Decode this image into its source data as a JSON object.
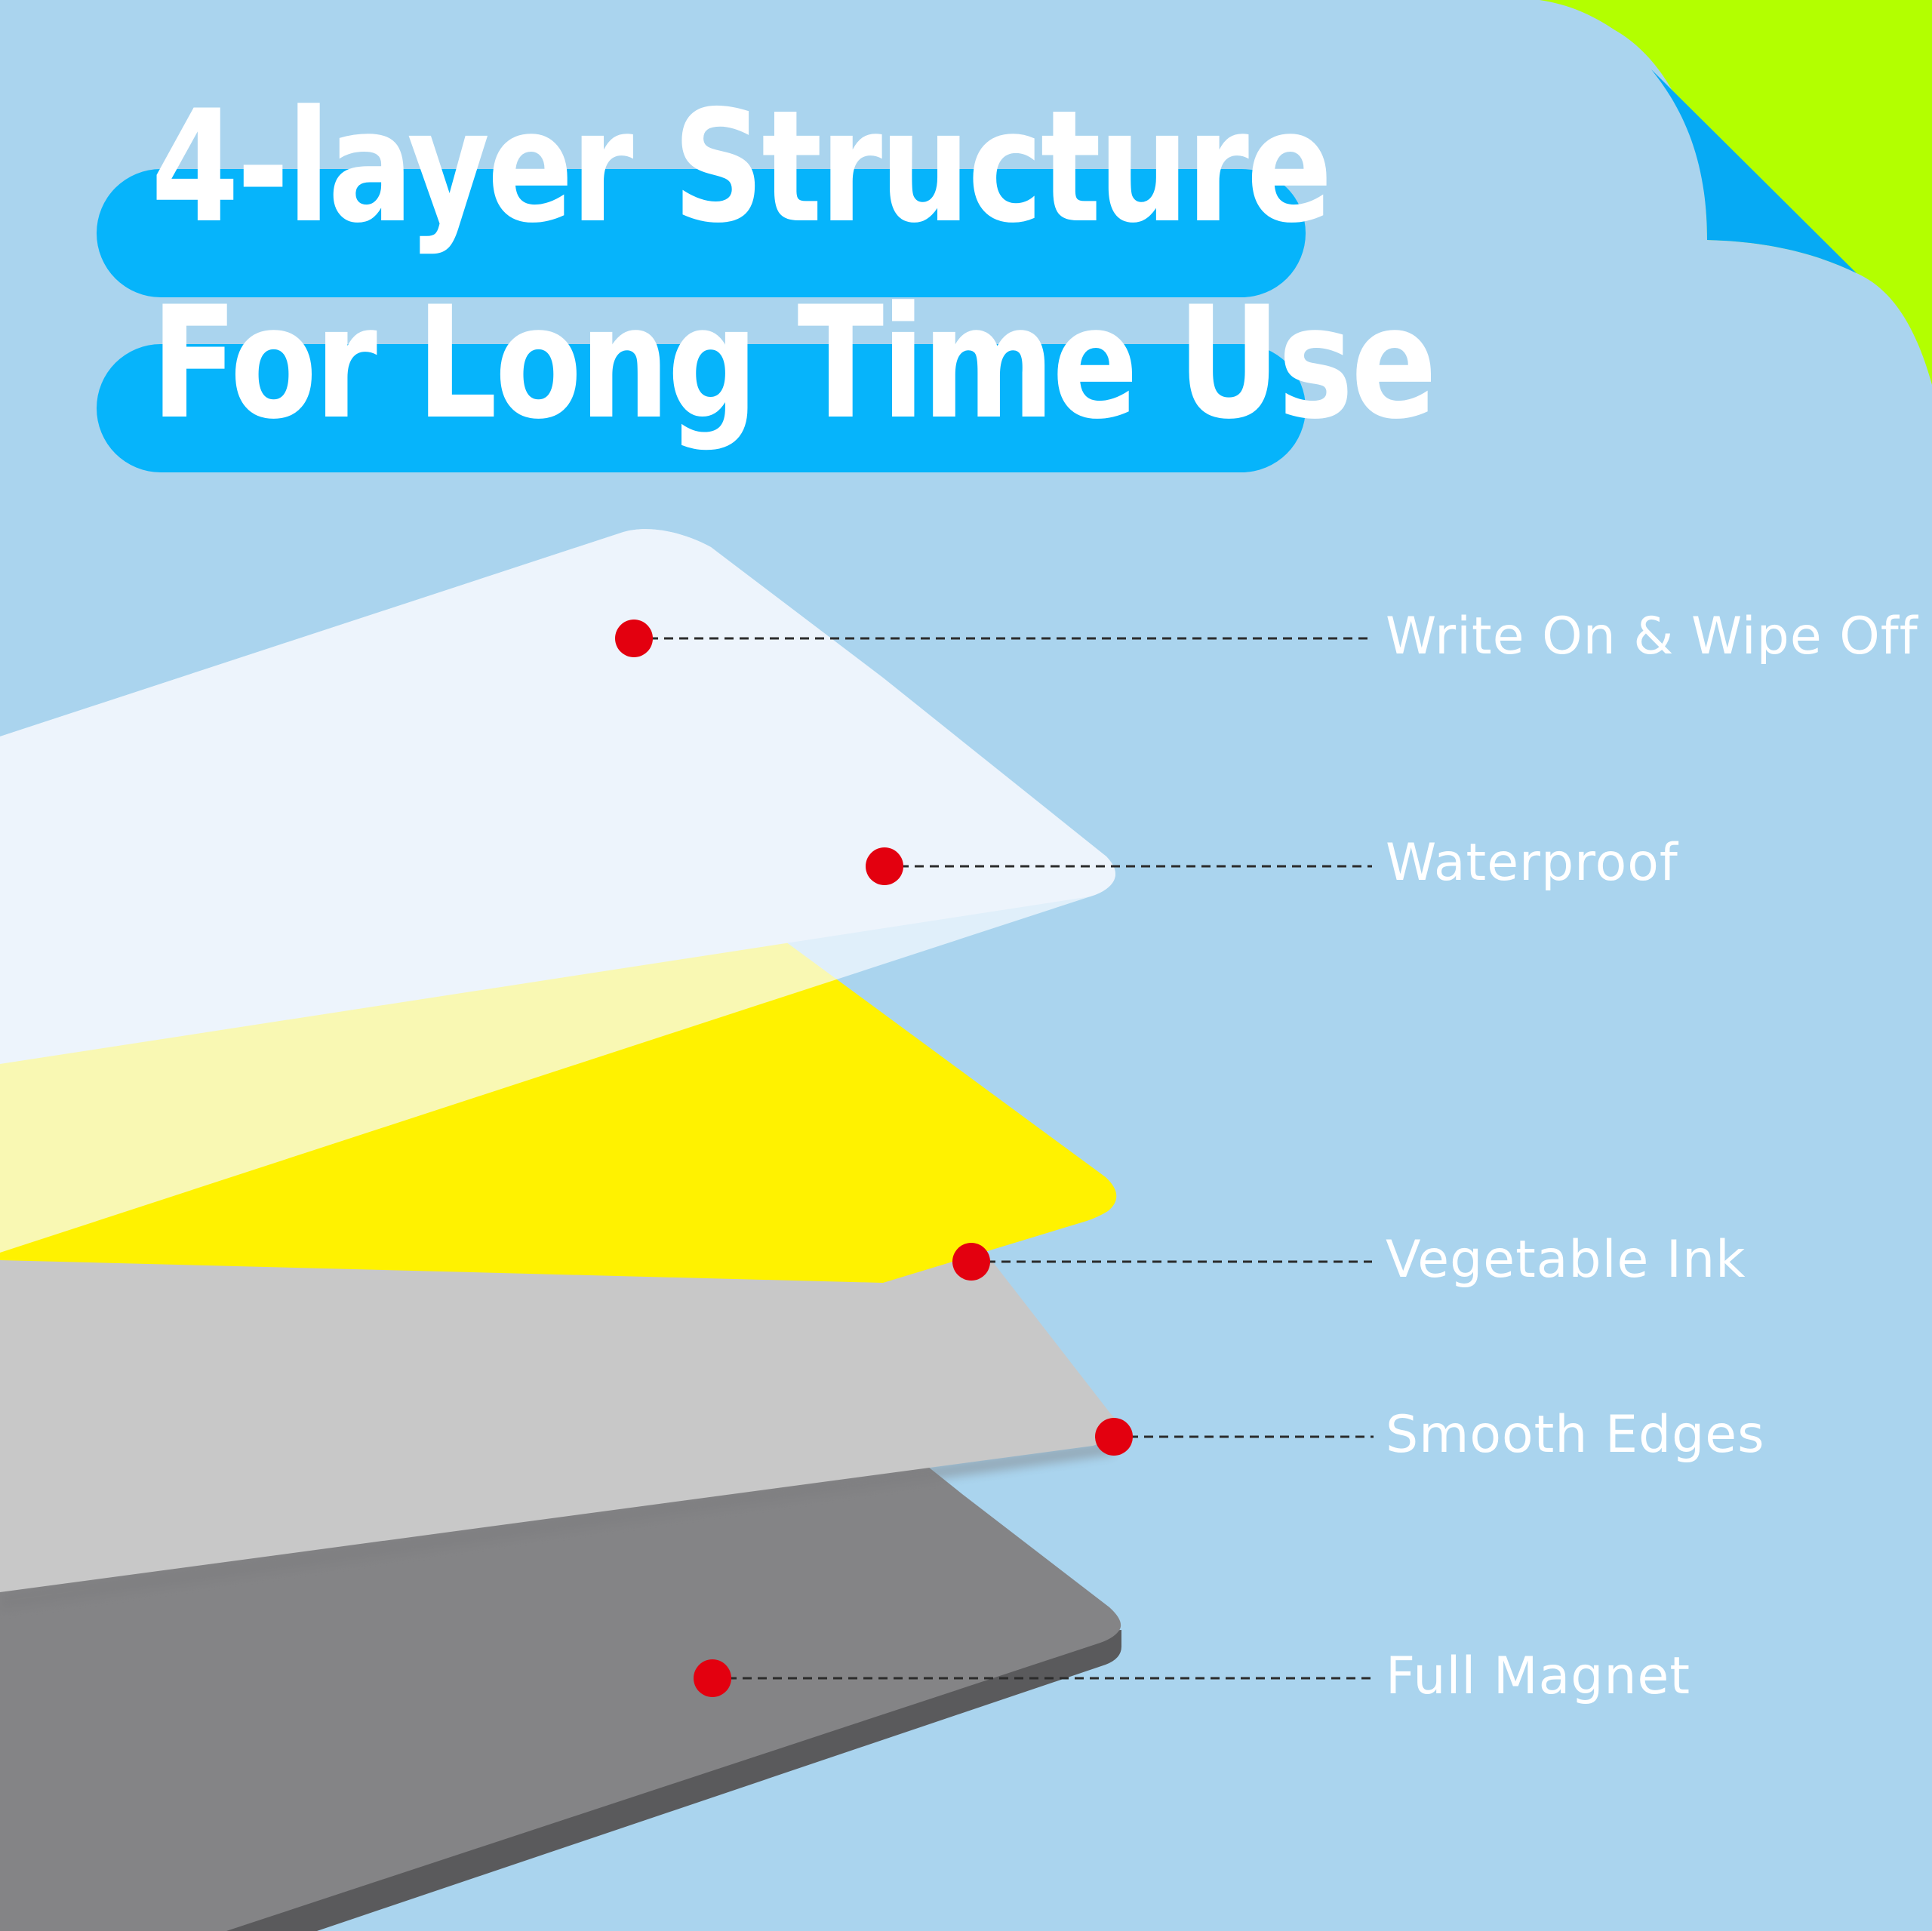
{
  "title": {
    "line1": "4-layer Structure",
    "line2": "For Long Time Use"
  },
  "callouts": [
    {
      "label": "Write On & Wipe Off"
    },
    {
      "label": "Waterproof"
    },
    {
      "label": "Vegetable Ink"
    },
    {
      "label": "Smooth Edges"
    },
    {
      "label": "Full Magnet"
    }
  ],
  "colors": {
    "background": "#aad4ee",
    "title_band": "#06b4fb",
    "corner_accent": "#b3ff00",
    "marker": "#e3000f",
    "layer_film": "#edf4fc",
    "layer_print": "#fff200",
    "layer_edge": "#c8c8c8",
    "layer_magnet": "#848486"
  }
}
